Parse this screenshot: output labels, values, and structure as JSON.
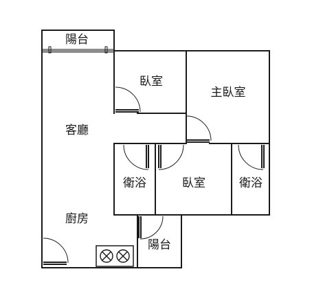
{
  "rooms": {
    "balcony_top": "陽台",
    "bedroom_upper": "臥室",
    "master_bedroom": "主臥室",
    "living_room": "客廳",
    "bath_left": "衛浴",
    "bedroom_center": "臥室",
    "bath_right": "衛浴",
    "kitchen": "廚房",
    "balcony_bottom": "陽台"
  },
  "colors": {
    "line": "#1a1a1a",
    "background": "#ffffff"
  }
}
